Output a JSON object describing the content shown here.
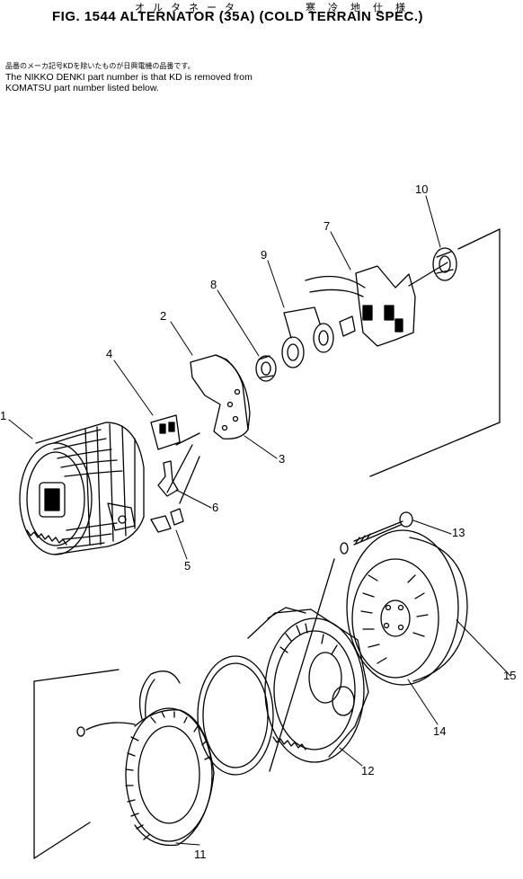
{
  "header": {
    "kana": "オルタネータ",
    "kanji": "寒冷地仕様",
    "title": "FIG. 1544  ALTERNATOR (35A) (COLD  TERRAIN  SPEC.)"
  },
  "notes": {
    "japanese": "品番のメーカ記号KDを除いたものが日興電機の品番です。",
    "english_line1": "The NIKKO DENKI part number is that KD is removed from",
    "english_line2": "KOMATSU part number listed below."
  },
  "callouts": [
    "1",
    "2",
    "3",
    "4",
    "5",
    "6",
    "7",
    "8",
    "9",
    "10",
    "11",
    "12",
    "13",
    "14",
    "15"
  ]
}
